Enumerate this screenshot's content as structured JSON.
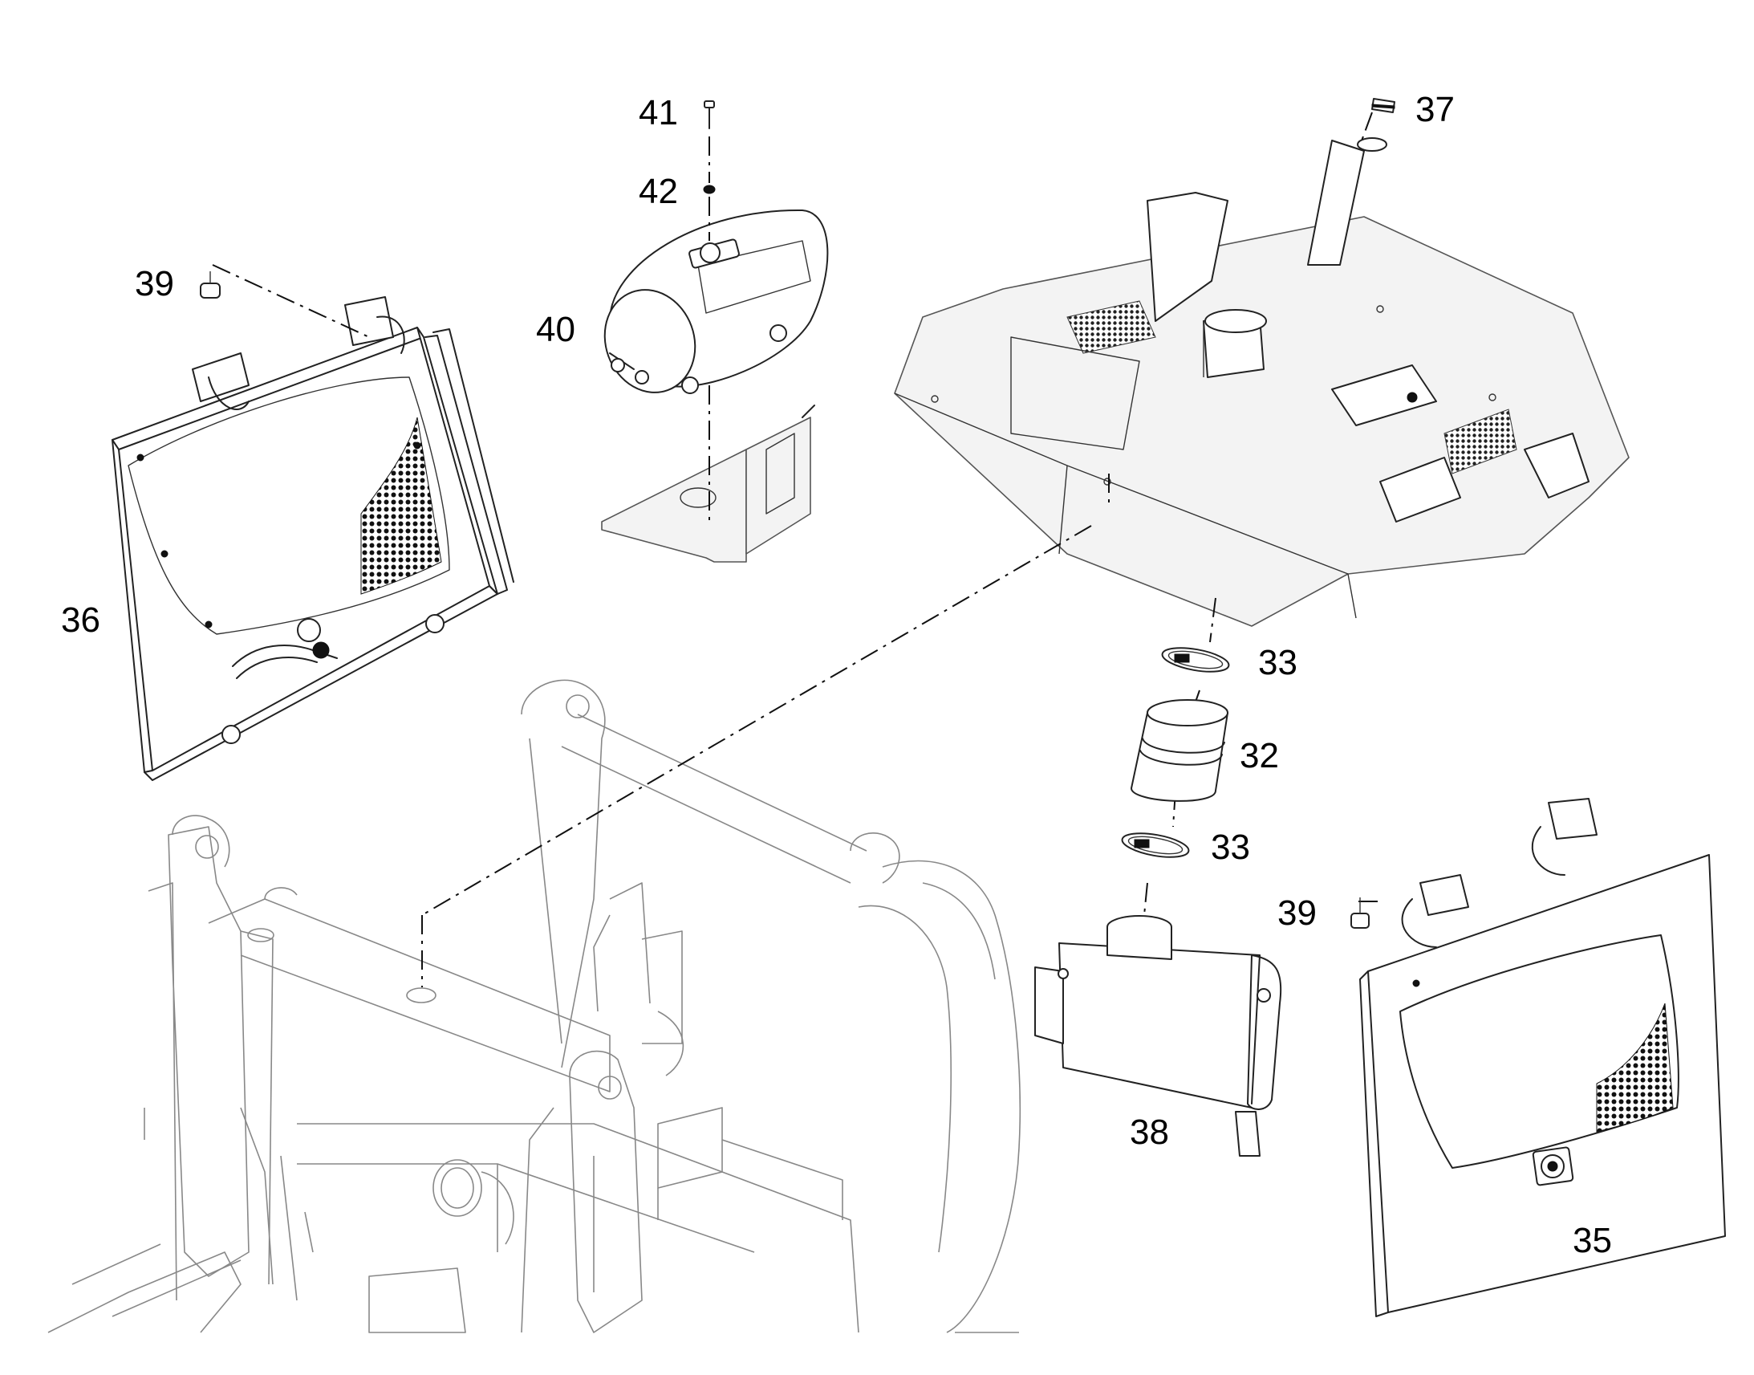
{
  "callouts": {
    "c32": "32",
    "c33a": "33",
    "c33b": "33",
    "c35": "35",
    "c36": "36",
    "c37": "37",
    "c38": "38",
    "c39a": "39",
    "c39b": "39",
    "c40": "40",
    "c41": "41",
    "c42": "42"
  }
}
